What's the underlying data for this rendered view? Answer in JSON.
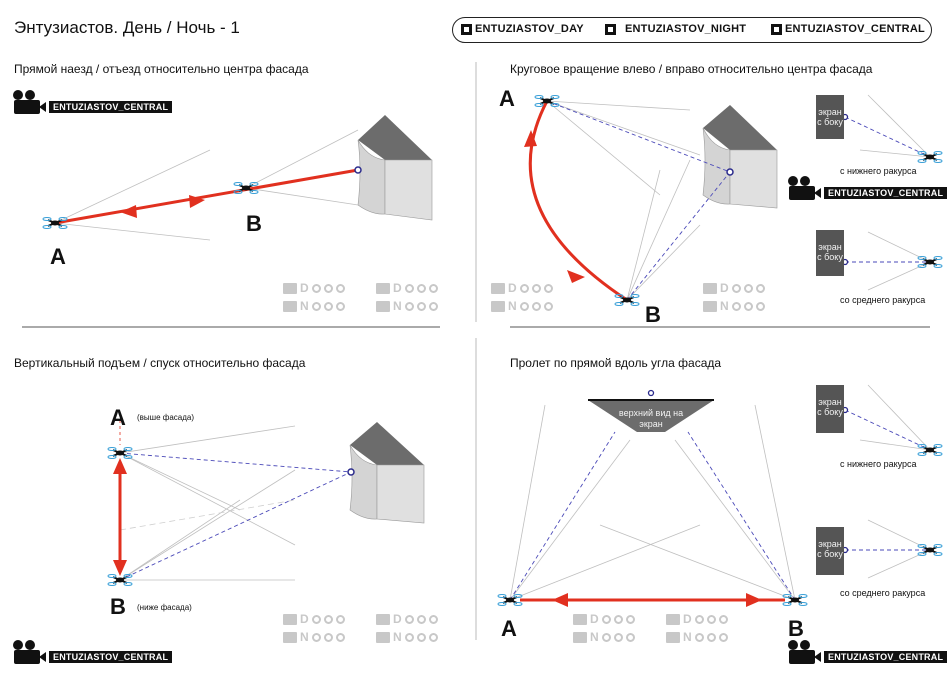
{
  "page": {
    "title": "Энтузиастов.  День / Ночь - 1"
  },
  "legend": [
    {
      "icon": "square-icon",
      "label": "ENTUZIASTOV_DAY"
    },
    {
      "icon": "square-icon",
      "label": "ENTUZIASTOV_NIGHT"
    },
    {
      "icon": "square-icon",
      "label": "ENTUZIASTOV_CENTRAL"
    }
  ],
  "camera_label": "ENTUZIASTOV_CENTRAL",
  "sections": {
    "s1": {
      "title": "Прямой наезд / отъезд относительно центра фасада",
      "a": "A",
      "b": "B"
    },
    "s2": {
      "title": "Круговое вращение влево / вправо относительно центра фасада",
      "a": "A",
      "b": "B",
      "screen1": "экран с боку",
      "cap1": "с нижнего ракурса",
      "screen2": "экран с боку",
      "cap2": "со среднего ракурса"
    },
    "s3": {
      "title": "Вертикальный подъем / спуск относительно фасада",
      "a": "A",
      "b": "B",
      "note_a": "(выше фасада)",
      "note_b": "(ниже фасада)"
    },
    "s4": {
      "title": "Пролет по прямой вдоль угла фасада",
      "a": "A",
      "b": "B",
      "top_view": "верхний вид на экран",
      "screen1": "экран с боку",
      "cap1": "с нижнего ракурса",
      "screen2": "экран с боку",
      "cap2": "со среднего ракурса"
    }
  },
  "status": {
    "d": "D",
    "n": "N",
    "circles": "OOO"
  },
  "colors": {
    "arrow": "#e1301f",
    "dashed": "#4a49b8",
    "screen": "#555555",
    "status": "#c8c8c8"
  }
}
